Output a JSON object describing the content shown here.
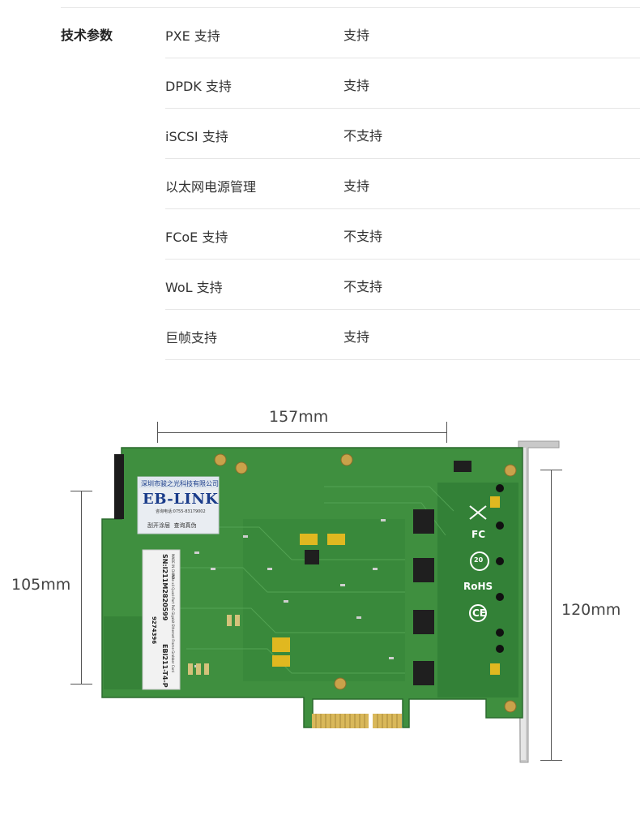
{
  "section_title": "技术参数",
  "specs": [
    {
      "name": "PXE 支持",
      "value": "支持"
    },
    {
      "name": "DPDK 支持",
      "value": "支持"
    },
    {
      "name": "iSCSI 支持",
      "value": "不支持"
    },
    {
      "name": "以太网电源管理",
      "value": "支持"
    },
    {
      "name": "FCoE 支持",
      "value": "不支持"
    },
    {
      "name": "WoL 支持",
      "value": "不支持"
    },
    {
      "name": "巨帧支持",
      "value": "支持"
    }
  ],
  "dimensions": {
    "width": "157mm",
    "height_left": "105mm",
    "height_right": "120mm"
  },
  "card": {
    "vendor_label": "深圳市骏之光科技有限公司",
    "brand": "EB-LINK",
    "hotline": "咨询电话:0755-83179002",
    "anti_fake": "刮开涂层  查询真伪",
    "serial_label": "SN:I211M2820599",
    "model_label": "EBI211-T4-P",
    "batch": "9274396",
    "made_in": "MADE IN CHINA",
    "desc": "PCIe x4 Quad-Port PoE Gigabit Ethernet Frame Grabber Card",
    "fc_mark": "FC",
    "rohs_mark": "RoHS",
    "ce_mark": "CE",
    "env_mark": "20",
    "colors": {
      "pcb": "#3f8f3f",
      "pcb_dark": "#2f7a34",
      "gold": "#d9b85a",
      "bracket": "#c8c8c8"
    }
  }
}
